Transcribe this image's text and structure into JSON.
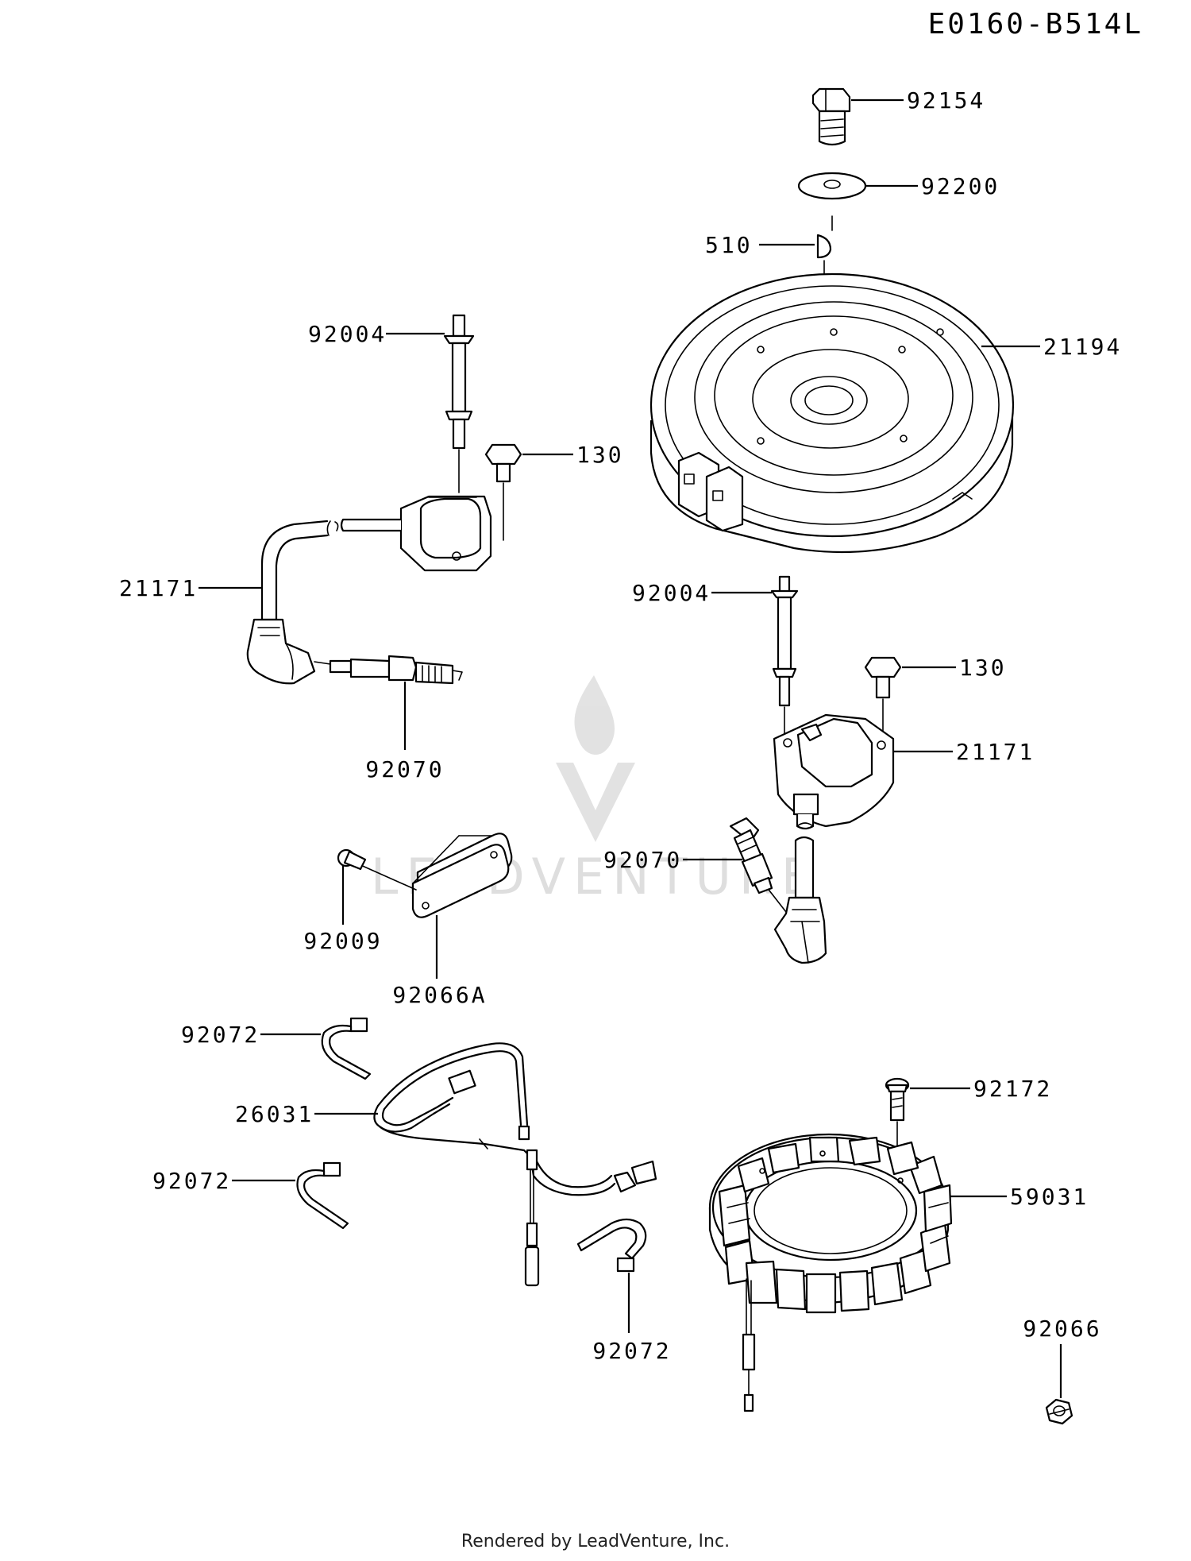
{
  "diagram_code": "E0160-B514L",
  "watermark": {
    "text": "LEADVENTURE"
  },
  "footer": "Rendered by LeadVenture, Inc.",
  "callouts": {
    "bolt_top": "92154",
    "washer_top": "92200",
    "key": "510",
    "flywheel": "21194",
    "stud_left": "92004",
    "bolt_left": "130",
    "coil_left": "21171",
    "plug_left": "92070",
    "stud_right": "92004",
    "bolt_right": "130",
    "coil_right": "21171",
    "plug_right": "92070",
    "screw_plate": "92009",
    "plate": "92066A",
    "clamp_1": "92072",
    "harness": "26031",
    "clamp_2": "92072",
    "clamp_3": "92072",
    "screw_stator": "92172",
    "stator": "59031",
    "nut": "92066"
  }
}
